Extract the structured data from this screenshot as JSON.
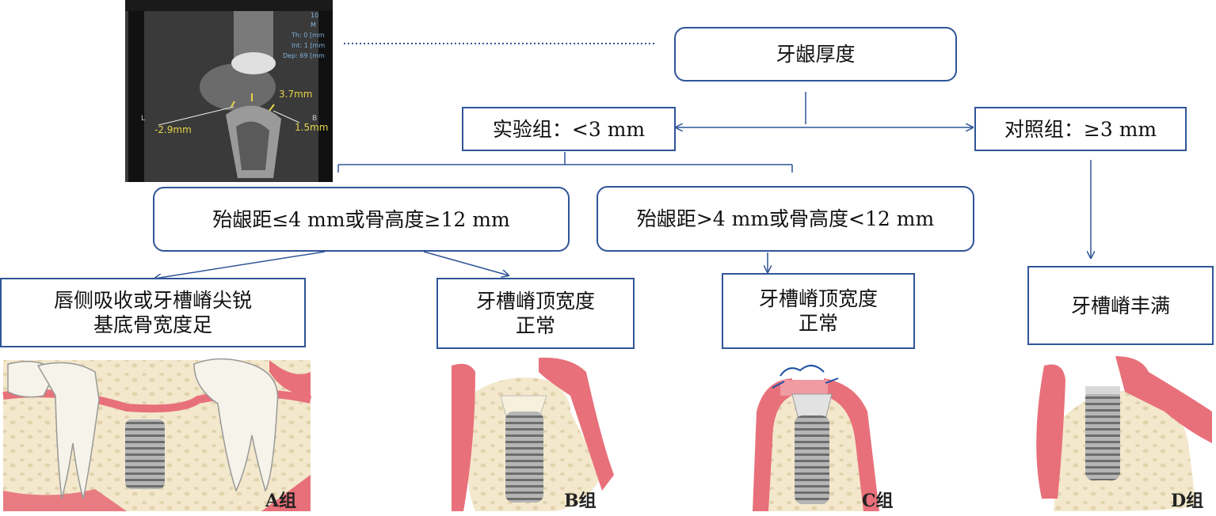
{
  "ct_scan": {
    "measure_top": "3.7mm",
    "measure_left": "-2.9mm",
    "measure_right": "1.5mm",
    "side_left": "L",
    "side_right": "B",
    "overlay": [
      "10",
      "M",
      "Th: 0 [mm",
      "Int: 1 [mm",
      "Dep: 69 [mm"
    ]
  },
  "root": {
    "label": "牙龈厚度"
  },
  "experimental": {
    "label": "实验组：<3 mm"
  },
  "control": {
    "label": "对照组：≥3 mm"
  },
  "condition_a": {
    "label": "殆龈距≤4 mm或骨高度≥12 mm"
  },
  "condition_b": {
    "label": "殆龈距>4 mm或骨高度<12 mm"
  },
  "outcome_a": {
    "line1": "唇侧吸收或牙槽嵴尖锐",
    "line2": "基底骨宽度足"
  },
  "outcome_b": {
    "line1": "牙槽嵴顶宽度",
    "line2": "正常"
  },
  "outcome_c": {
    "line1": "牙槽嵴顶宽度",
    "line2": "正常"
  },
  "outcome_d": {
    "label": "牙槽嵴丰满"
  },
  "group_labels": {
    "a": "A组",
    "b": "B组",
    "c": "C组",
    "d": "D组"
  },
  "colors": {
    "line": "#2f5597",
    "gum": "#e8707a",
    "bone": "#f3e8cc",
    "implant": "#9a9a9a"
  }
}
